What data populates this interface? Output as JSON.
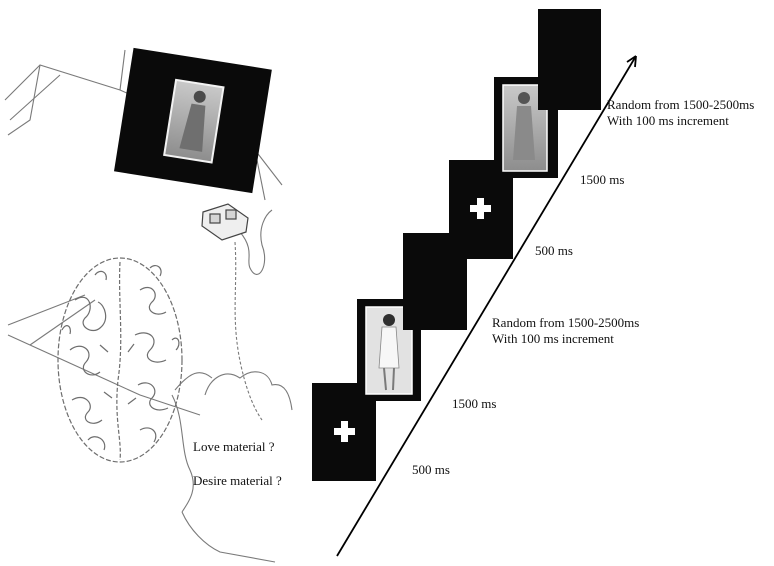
{
  "timeline": {
    "labels": {
      "t500_first": "500 ms",
      "t1500_first": "1500 ms",
      "random_first": {
        "line1": "Random from 1500-2500ms",
        "line2": "With 100 ms increment"
      },
      "t500_second": "500 ms",
      "t1500_second": "1500 ms",
      "random_second": {
        "line1": "Random from 1500-2500ms",
        "line2": "With 100 ms increment"
      }
    }
  },
  "question_prompt": {
    "love": "Love material ?",
    "desire": "Desire material ?"
  },
  "colors": {
    "screen": "#0a0a0a",
    "fixation": "#ffffff",
    "sketch": "#7a7a7a",
    "arrow": "#000000"
  }
}
